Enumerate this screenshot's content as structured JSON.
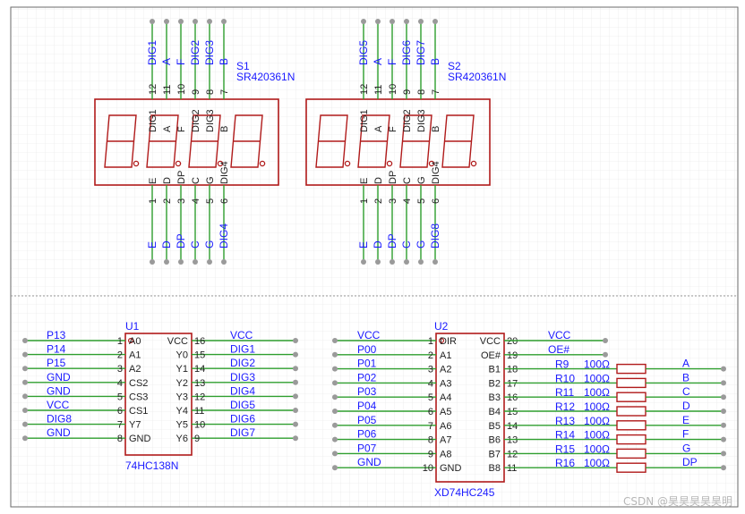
{
  "displays": [
    {
      "ref": "S1",
      "part": "SR420361N",
      "top_pins": [
        "12",
        "11",
        "10",
        "9",
        "8",
        "7"
      ],
      "top_pin_names": [
        "DIG1",
        "A",
        "F",
        "DIG2",
        "DIG3",
        "B"
      ],
      "top_nets": [
        "DIG1",
        "A",
        "F",
        "DIG2",
        "DIG3",
        "B"
      ],
      "bottom_pins": [
        "1",
        "2",
        "3",
        "4",
        "5",
        "6"
      ],
      "bottom_pin_names": [
        "E",
        "D",
        "DP",
        "C",
        "G",
        "DIG4"
      ],
      "bottom_nets": [
        "E",
        "D",
        "DP",
        "C",
        "G",
        "DIG4"
      ]
    },
    {
      "ref": "S2",
      "part": "SR420361N",
      "top_pins": [
        "12",
        "11",
        "10",
        "9",
        "8",
        "7"
      ],
      "top_pin_names": [
        "DIG1",
        "A",
        "F",
        "DIG2",
        "DIG3",
        "B"
      ],
      "top_nets": [
        "DIG5",
        "A",
        "F",
        "DIG6",
        "DIG7",
        "B"
      ],
      "bottom_pins": [
        "1",
        "2",
        "3",
        "4",
        "5",
        "6"
      ],
      "bottom_pin_names": [
        "E",
        "D",
        "DP",
        "C",
        "G",
        "DIG4"
      ],
      "bottom_nets": [
        "E",
        "D",
        "DP",
        "C",
        "G",
        "DIG8"
      ]
    }
  ],
  "u1": {
    "ref": "U1",
    "part": "74HC138N",
    "left_pins": [
      {
        "num": "1",
        "name": "A0",
        "net": "P13"
      },
      {
        "num": "2",
        "name": "A1",
        "net": "P14"
      },
      {
        "num": "3",
        "name": "A2",
        "net": "P15"
      },
      {
        "num": "4",
        "name": "CS2",
        "net": "GND"
      },
      {
        "num": "5",
        "name": "CS3",
        "net": "GND"
      },
      {
        "num": "6",
        "name": "CS1",
        "net": "VCC"
      },
      {
        "num": "7",
        "name": "Y7",
        "net": "DIG8"
      },
      {
        "num": "8",
        "name": "GND",
        "net": "GND"
      }
    ],
    "right_pins": [
      {
        "num": "16",
        "name": "VCC",
        "net": "VCC"
      },
      {
        "num": "15",
        "name": "Y0",
        "net": "DIG1"
      },
      {
        "num": "14",
        "name": "Y1",
        "net": "DIG2"
      },
      {
        "num": "13",
        "name": "Y2",
        "net": "DIG3"
      },
      {
        "num": "12",
        "name": "Y3",
        "net": "DIG4"
      },
      {
        "num": "11",
        "name": "Y4",
        "net": "DIG5"
      },
      {
        "num": "10",
        "name": "Y5",
        "net": "DIG6"
      },
      {
        "num": "9",
        "name": "Y6",
        "net": "DIG7"
      }
    ]
  },
  "u2": {
    "ref": "U2",
    "part": "XD74HC245",
    "left_pins": [
      {
        "num": "1",
        "name": "DIR",
        "net": "VCC"
      },
      {
        "num": "2",
        "name": "A1",
        "net": "P00"
      },
      {
        "num": "3",
        "name": "A2",
        "net": "P01"
      },
      {
        "num": "4",
        "name": "A3",
        "net": "P02"
      },
      {
        "num": "5",
        "name": "A4",
        "net": "P03"
      },
      {
        "num": "6",
        "name": "A5",
        "net": "P04"
      },
      {
        "num": "7",
        "name": "A6",
        "net": "P05"
      },
      {
        "num": "8",
        "name": "A7",
        "net": "P06"
      },
      {
        "num": "9",
        "name": "A8",
        "net": "P07"
      },
      {
        "num": "10",
        "name": "GND",
        "net": "GND"
      }
    ],
    "right_pins": [
      {
        "num": "20",
        "name": "VCC",
        "net": "VCC"
      },
      {
        "num": "19",
        "name": "OE#",
        "net": "OE#"
      },
      {
        "num": "18",
        "name": "B1"
      },
      {
        "num": "17",
        "name": "B2"
      },
      {
        "num": "16",
        "name": "B3"
      },
      {
        "num": "15",
        "name": "B4"
      },
      {
        "num": "14",
        "name": "B5"
      },
      {
        "num": "13",
        "name": "B6"
      },
      {
        "num": "12",
        "name": "B7"
      },
      {
        "num": "11",
        "name": "B8"
      }
    ]
  },
  "resistors": [
    {
      "ref": "R9",
      "value": "100Ω",
      "net": "A"
    },
    {
      "ref": "R10",
      "value": "100Ω",
      "net": "B"
    },
    {
      "ref": "R11",
      "value": "100Ω",
      "net": "C"
    },
    {
      "ref": "R12",
      "value": "100Ω",
      "net": "D"
    },
    {
      "ref": "R13",
      "value": "100Ω",
      "net": "E"
    },
    {
      "ref": "R14",
      "value": "100Ω",
      "net": "F"
    },
    {
      "ref": "R15",
      "value": "100Ω",
      "net": "G"
    },
    {
      "ref": "R16",
      "value": "100Ω",
      "net": "DP"
    }
  ],
  "colors": {
    "wire": "#2e9e2e",
    "net": "#1a1aff",
    "part": "#b01a1a",
    "pin_text": "#222222",
    "node": "#9a9a9a",
    "grid": "#dcdcdc"
  },
  "watermark": "CSDN @昊昊昊昊昊明"
}
